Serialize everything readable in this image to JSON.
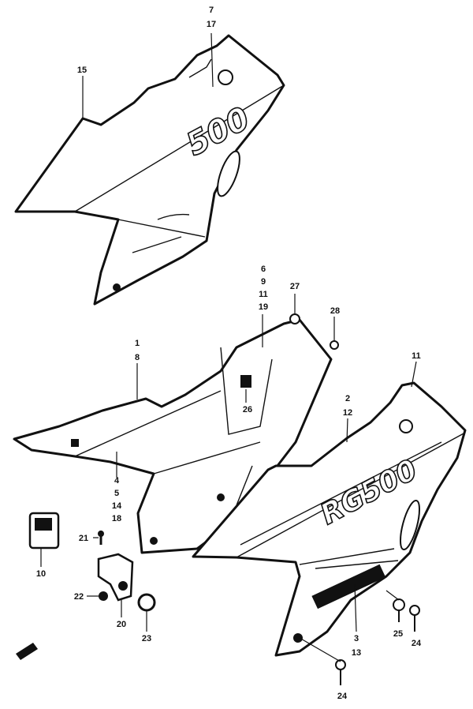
{
  "diagram": {
    "callouts": [
      {
        "id": "c-7",
        "text": "7"
      },
      {
        "id": "c-17",
        "text": "17"
      },
      {
        "id": "c-15",
        "text": "15"
      },
      {
        "id": "c-6",
        "text": "6"
      },
      {
        "id": "c-9",
        "text": "9"
      },
      {
        "id": "c-11a",
        "text": "11"
      },
      {
        "id": "c-19",
        "text": "19"
      },
      {
        "id": "c-27",
        "text": "27"
      },
      {
        "id": "c-28",
        "text": "28"
      },
      {
        "id": "c-1",
        "text": "1"
      },
      {
        "id": "c-8",
        "text": "8"
      },
      {
        "id": "c-26",
        "text": "26"
      },
      {
        "id": "c-11b",
        "text": "11"
      },
      {
        "id": "c-2",
        "text": "2"
      },
      {
        "id": "c-12",
        "text": "12"
      },
      {
        "id": "c-4",
        "text": "4"
      },
      {
        "id": "c-5",
        "text": "5"
      },
      {
        "id": "c-14",
        "text": "14"
      },
      {
        "id": "c-18",
        "text": "18"
      },
      {
        "id": "c-21",
        "text": "21"
      },
      {
        "id": "c-10",
        "text": "10"
      },
      {
        "id": "c-22",
        "text": "22"
      },
      {
        "id": "c-20",
        "text": "20"
      },
      {
        "id": "c-23",
        "text": "23"
      },
      {
        "id": "c-3",
        "text": "3"
      },
      {
        "id": "c-13",
        "text": "13"
      },
      {
        "id": "c-25",
        "text": "25"
      },
      {
        "id": "c-24a",
        "text": "24"
      },
      {
        "id": "c-24b",
        "text": "24"
      }
    ],
    "logo_top": "500",
    "logo_bottom": "RG500"
  }
}
